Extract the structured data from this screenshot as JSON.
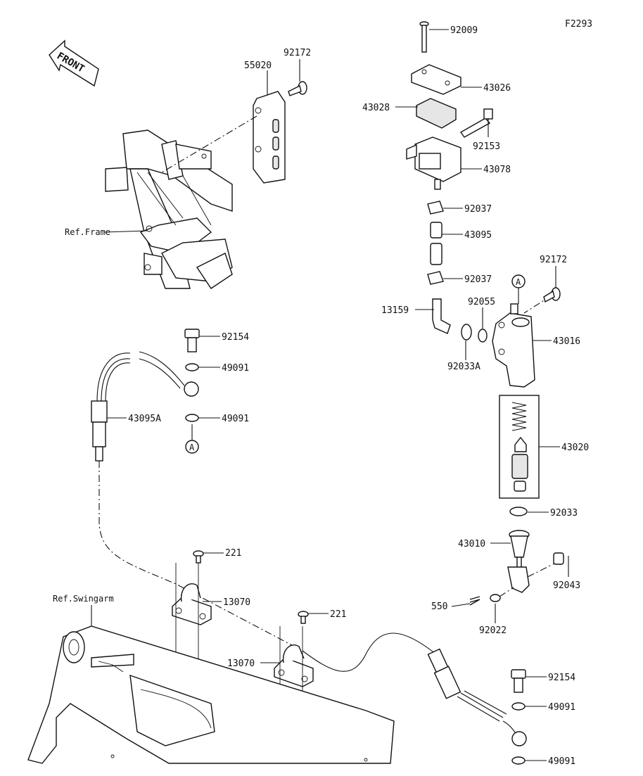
{
  "figure_code": "F2293",
  "front_arrow": "FRONT",
  "refs": {
    "frame": "Ref.Frame",
    "swingarm": "Ref.Swingarm"
  },
  "marker_a": "A",
  "callouts": {
    "c92009": "92009",
    "c43026": "43026",
    "c43028": "43028",
    "c92153": "92153",
    "c43078": "43078",
    "c92037a": "92037",
    "c43095": "43095",
    "c92037b": "92037",
    "c13159": "13159",
    "c92055": "92055",
    "c92172b": "92172",
    "c43016": "43016",
    "c92033A": "92033A",
    "c43020": "43020",
    "c92033": "92033",
    "c43010": "43010",
    "c92043": "92043",
    "c550": "550",
    "c92022": "92022",
    "c55020": "55020",
    "c92172a": "92172",
    "c92154a": "92154",
    "c49091a": "49091",
    "c43095A": "43095A",
    "c49091b": "49091",
    "c221a": "221",
    "c13070a": "13070",
    "c221b": "221",
    "c13070b": "13070",
    "c92154b": "92154",
    "c49091c": "49091",
    "c49091d": "49091"
  }
}
